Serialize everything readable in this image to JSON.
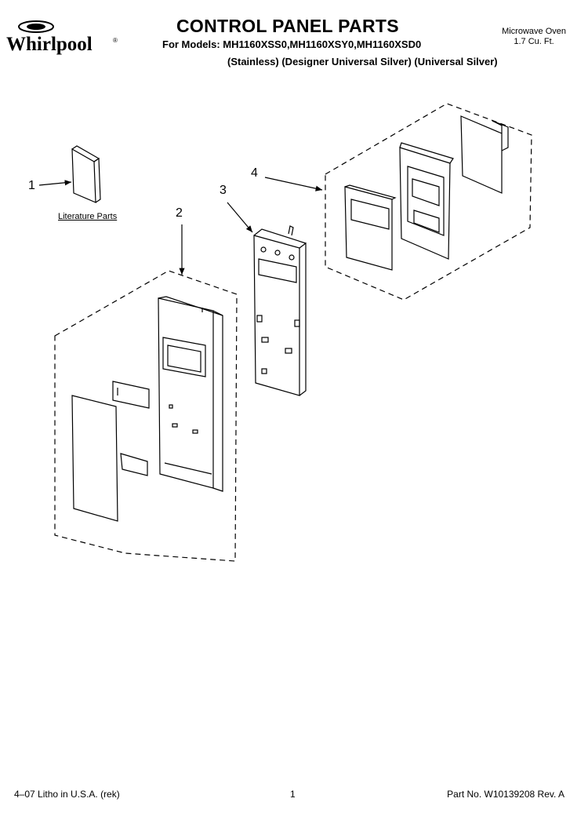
{
  "brand": {
    "logo_text": "Whirlpool",
    "registered_mark": "®"
  },
  "header": {
    "title": "CONTROL PANEL PARTS",
    "models": "For Models: MH1160XSS0,MH1160XSY0,MH1160XSD0",
    "finishes": "(Stainless) (Designer Universal Silver) (Universal Silver)",
    "product_line1": "Microwave Oven",
    "product_line2": "1.7 Cu. Ft."
  },
  "callouts": [
    "1",
    "2",
    "3",
    "4"
  ],
  "literature_label": "Literature Parts",
  "footer": {
    "litho": "4–07 Litho in U.S.A. (rek)",
    "page": "1",
    "part_no": "Part No. W10139208 Rev. A"
  }
}
